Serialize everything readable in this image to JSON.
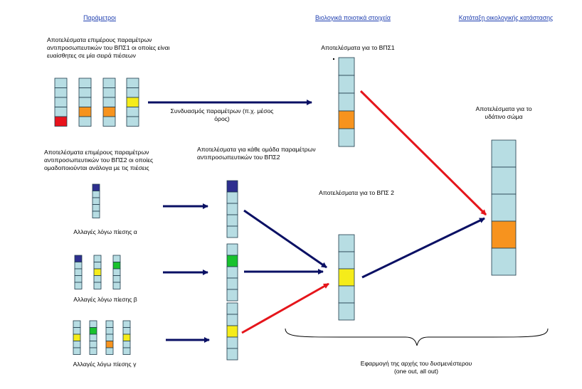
{
  "headers": {
    "parameters": "Παράμετροι",
    "biological_elements": "Βιολογικά ποιοτικά στοιχεία",
    "classification": "Κατάταξη οικολογικής κατάστασης"
  },
  "bqe1": {
    "param_text": [
      "Αποτελέσματα επιμέρους παραμέτρων",
      "αντιπροσωπευτικών του ΒΠΣ1 οι οποίες είναι",
      "ευαίσθητες σε μία σειρά πιέσεων"
    ],
    "combine_text": [
      "Συνδυασμός παραμέτρων (π.χ. μέσος",
      "όρος)"
    ],
    "result_label": "Αποτελέσματα για το ΒΠΣ1"
  },
  "bqe2": {
    "param_text": [
      "Αποτελέσματα επιμέρους παραμέτρων",
      "αντιπροσωπευτικών του ΒΠΣ2 οι οποίες",
      "ομαδοποιούνται ανάλογα με τις πιέσεις"
    ],
    "group_text": [
      "Αποτελέσματα για κάθε ομάδα παραμέτρων",
      "αντιπροσωπευτικών του ΒΠΣ2"
    ],
    "result_label": "Αποτελέσματα για το ΒΠΣ 2",
    "pressure_a": "Αλλαγές λόγω πίεσης α",
    "pressure_b": "Αλλαγές λόγω πίεσης β",
    "pressure_c": "Αλλαγές λόγω πίεσης γ"
  },
  "water_body": {
    "label": [
      "Αποτελέσματα για το",
      "υδάτινο σώμα"
    ]
  },
  "principle": {
    "text": [
      "Εφαρμογή της αρχής του δυσμενέστερου",
      "(one out, all out)"
    ]
  },
  "colors": {
    "cell": "#b7dde3",
    "red": "#e8131c",
    "orange": "#f7931e",
    "yellow": "#f5ec1a",
    "green": "#18c22d",
    "navy": "#2e2f8f",
    "arrow_navy": "#0a1064",
    "arrow_red": "#e5151b",
    "header_blue": "#1f3fb0"
  }
}
